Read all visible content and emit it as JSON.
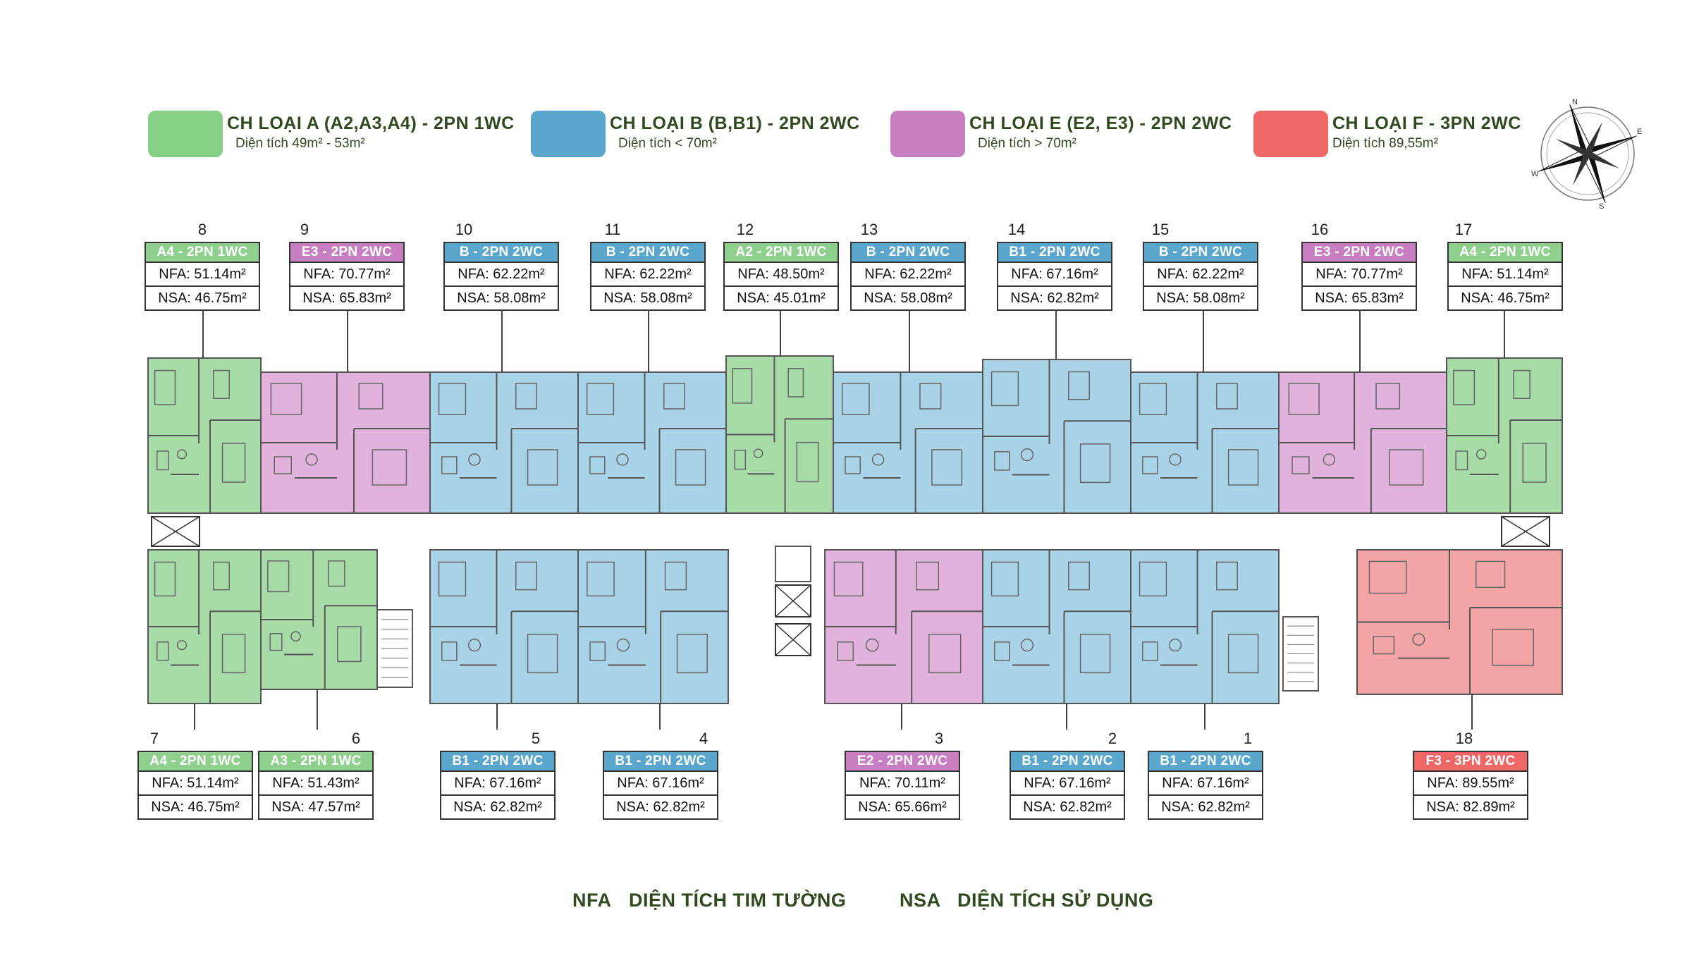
{
  "legend": [
    {
      "title": "CH LOẠI A (A2,A3,A4) - 2PN 1WC",
      "subtitle": "Diện tích 49m² - 53m²",
      "color": "#86cf86"
    },
    {
      "title": "CH LOẠI B (B,B1) - 2PN 2WC",
      "subtitle": "Diện tích < 70m²",
      "color": "#5ba6cc"
    },
    {
      "title": "CH LOẠI E (E2, E3) - 2PN 2WC",
      "subtitle": "Diện tích > 70m²",
      "color": "#c77fc1"
    },
    {
      "title": "CH LOẠI F - 3PN 2WC",
      "subtitle": "Diện tích 89,55m²",
      "color": "#ef6868"
    }
  ],
  "compass": {
    "n": "N",
    "e": "E",
    "s": "S",
    "w": "W"
  },
  "colors": {
    "A": "#8fd08f",
    "B": "#5ba6cc",
    "E": "#c77fc1",
    "F": "#ef6868",
    "fillA": "#a7dba7",
    "fillB": "#a9d3e7",
    "fillE": "#e1b3dc",
    "fillF": "#f3a4a4"
  },
  "units_top": [
    {
      "number": "8",
      "type": "A4 - 2PN 1WC",
      "nfa": "NFA: 51.14m²",
      "nsa": "NSA: 46.75m²",
      "cat": "A"
    },
    {
      "number": "9",
      "type": "E3 - 2PN 2WC",
      "nfa": "NFA: 70.77m²",
      "nsa": "NSA: 65.83m²",
      "cat": "E"
    },
    {
      "number": "10",
      "type": "B - 2PN 2WC",
      "nfa": "NFA: 62.22m²",
      "nsa": "NSA: 58.08m²",
      "cat": "B"
    },
    {
      "number": "11",
      "type": "B - 2PN 2WC",
      "nfa": "NFA: 62.22m²",
      "nsa": "NSA: 58.08m²",
      "cat": "B"
    },
    {
      "number": "12",
      "type": "A2 - 2PN 1WC",
      "nfa": "NFA: 48.50m²",
      "nsa": "NSA: 45.01m²",
      "cat": "A"
    },
    {
      "number": "13",
      "type": "B - 2PN 2WC",
      "nfa": "NFA: 62.22m²",
      "nsa": "NSA: 58.08m²",
      "cat": "B"
    },
    {
      "number": "14",
      "type": "B1 - 2PN 2WC",
      "nfa": "NFA: 67.16m²",
      "nsa": "NSA: 62.82m²",
      "cat": "B"
    },
    {
      "number": "15",
      "type": "B - 2PN 2WC",
      "nfa": "NFA: 62.22m²",
      "nsa": "NSA: 58.08m²",
      "cat": "B"
    },
    {
      "number": "16",
      "type": "E3 - 2PN 2WC",
      "nfa": "NFA: 70.77m²",
      "nsa": "NSA: 65.83m²",
      "cat": "E"
    },
    {
      "number": "17",
      "type": "A4 - 2PN 1WC",
      "nfa": "NFA: 51.14m²",
      "nsa": "NSA: 46.75m²",
      "cat": "A"
    }
  ],
  "units_bottom": [
    {
      "number": "7",
      "type": "A4 - 2PN 1WC",
      "nfa": "NFA: 51.14m²",
      "nsa": "NSA: 46.75m²",
      "cat": "A"
    },
    {
      "number": "6",
      "type": "A3 - 2PN 1WC",
      "nfa": "NFA: 51.43m²",
      "nsa": "NSA: 47.57m²",
      "cat": "A"
    },
    {
      "number": "5",
      "type": "B1 - 2PN 2WC",
      "nfa": "NFA: 67.16m²",
      "nsa": "NSA: 62.82m²",
      "cat": "B"
    },
    {
      "number": "4",
      "type": "B1 - 2PN 2WC",
      "nfa": "NFA: 67.16m²",
      "nsa": "NSA: 62.82m²",
      "cat": "B"
    },
    {
      "number": "3",
      "type": "E2 - 2PN 2WC",
      "nfa": "NFA: 70.11m²",
      "nsa": "NSA: 65.66m²",
      "cat": "E"
    },
    {
      "number": "2",
      "type": "B1 - 2PN 2WC",
      "nfa": "NFA: 67.16m²",
      "nsa": "NSA: 62.82m²",
      "cat": "B"
    },
    {
      "number": "1",
      "type": "B1 - 2PN 2WC",
      "nfa": "NFA: 67.16m²",
      "nsa": "NSA: 62.82m²",
      "cat": "B"
    },
    {
      "number": "18",
      "type": "F3 - 3PN 2WC",
      "nfa": "NFA: 89.55m²",
      "nsa": "NSA: 82.89m²",
      "cat": "F"
    }
  ],
  "footer": {
    "nfa_abbr": "NFA",
    "nfa_desc": "DIỆN TÍCH TIM TƯỜNG",
    "nsa_abbr": "NSA",
    "nsa_desc": "DIỆN TÍCH SỬ DỤNG"
  }
}
